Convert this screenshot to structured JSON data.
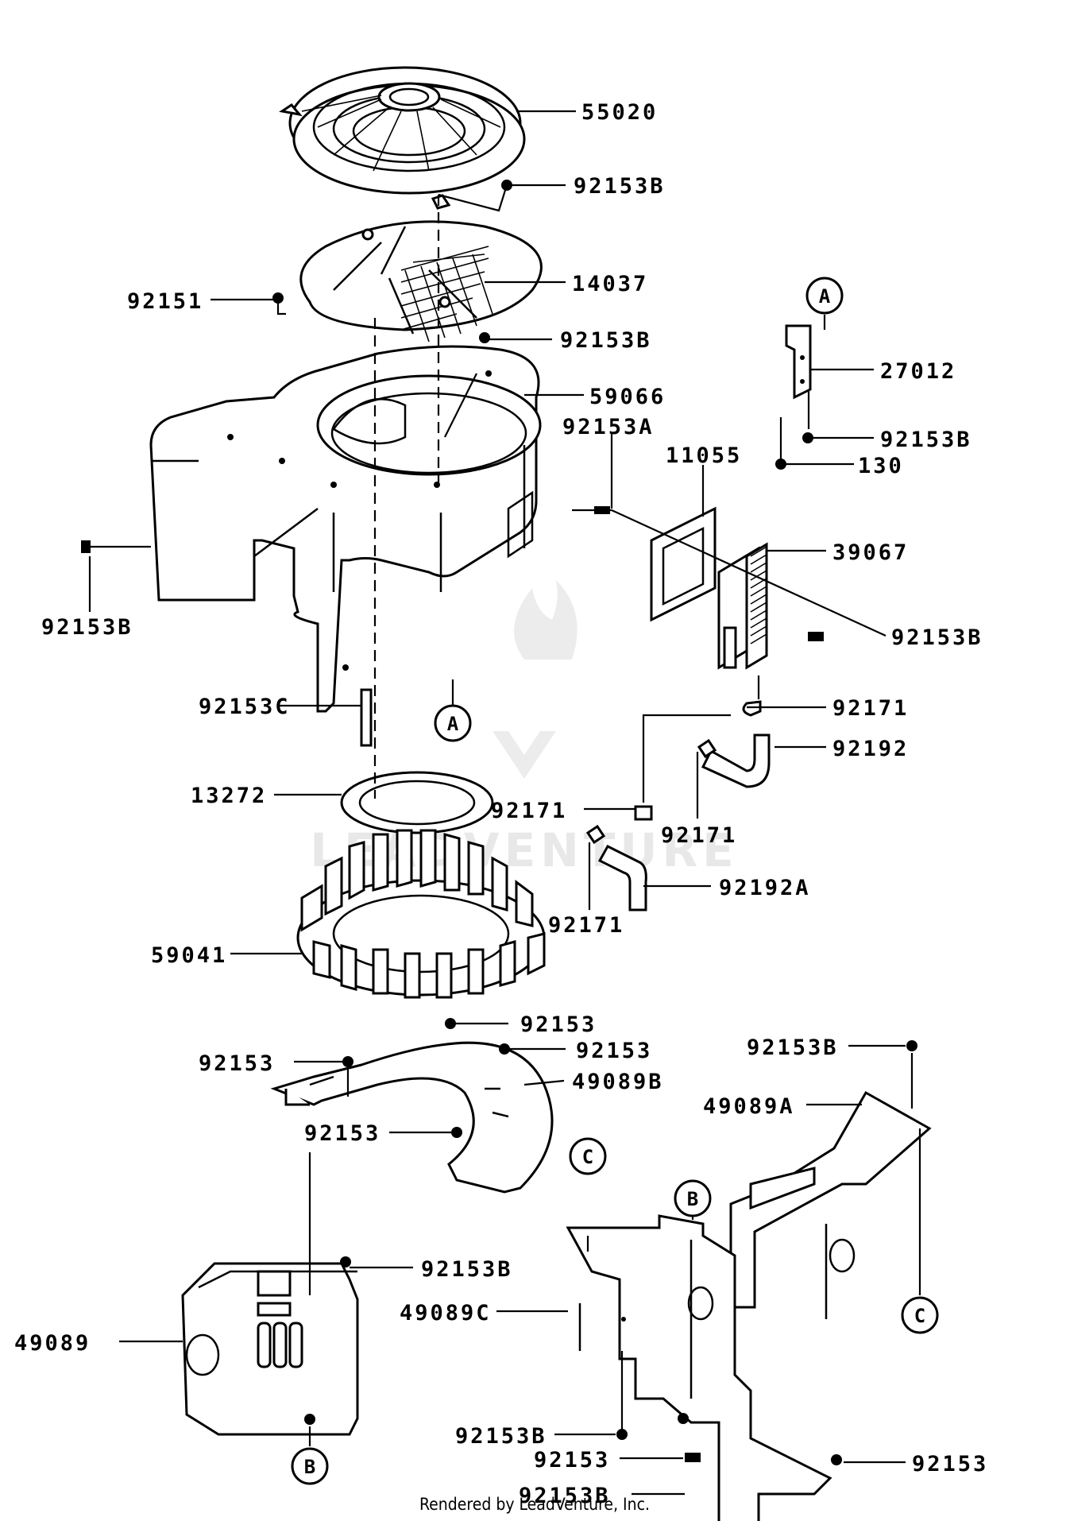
{
  "watermark": "LEADVENTURE",
  "footer": "Rendered by LeadVenture, Inc.",
  "parts": [
    {
      "id": "p55020",
      "label": "55020"
    },
    {
      "id": "p92153B_a",
      "label": "92153B"
    },
    {
      "id": "p14037",
      "label": "14037"
    },
    {
      "id": "p92151",
      "label": "92151"
    },
    {
      "id": "p92153B_b",
      "label": "92153B"
    },
    {
      "id": "p59066",
      "label": "59066"
    },
    {
      "id": "p92153A",
      "label": "92153A"
    },
    {
      "id": "p11055",
      "label": "11055"
    },
    {
      "id": "p27012",
      "label": "27012"
    },
    {
      "id": "p92153B_c",
      "label": "92153B"
    },
    {
      "id": "p130",
      "label": "130"
    },
    {
      "id": "p39067",
      "label": "39067"
    },
    {
      "id": "p92153B_d",
      "label": "92153B"
    },
    {
      "id": "p92153B_e",
      "label": "92153B"
    },
    {
      "id": "p92153C",
      "label": "92153C"
    },
    {
      "id": "p92171_a",
      "label": "92171"
    },
    {
      "id": "p92192",
      "label": "92192"
    },
    {
      "id": "p13272",
      "label": "13272"
    },
    {
      "id": "p92171_b",
      "label": "92171"
    },
    {
      "id": "p92171_c",
      "label": "92171"
    },
    {
      "id": "p92192A",
      "label": "92192A"
    },
    {
      "id": "p92171_d",
      "label": "92171"
    },
    {
      "id": "p59041",
      "label": "59041"
    },
    {
      "id": "p92153_a",
      "label": "92153"
    },
    {
      "id": "p92153_b",
      "label": "92153"
    },
    {
      "id": "p92153_c",
      "label": "92153"
    },
    {
      "id": "p49089B",
      "label": "49089B"
    },
    {
      "id": "p92153_d",
      "label": "92153"
    },
    {
      "id": "p92153B_f",
      "label": "92153B"
    },
    {
      "id": "p49089A",
      "label": "49089A"
    },
    {
      "id": "p92153B_g",
      "label": "92153B"
    },
    {
      "id": "p49089",
      "label": "49089"
    },
    {
      "id": "p49089C",
      "label": "49089C"
    },
    {
      "id": "p92153B_h",
      "label": "92153B"
    },
    {
      "id": "p92153_e",
      "label": "92153"
    },
    {
      "id": "p92153B_i",
      "label": "92153B"
    },
    {
      "id": "p92153_f",
      "label": "92153"
    }
  ],
  "callouts": {
    "a1": "A",
    "a2": "A",
    "b1": "B",
    "b2": "B",
    "c1": "C",
    "c2": "C"
  }
}
